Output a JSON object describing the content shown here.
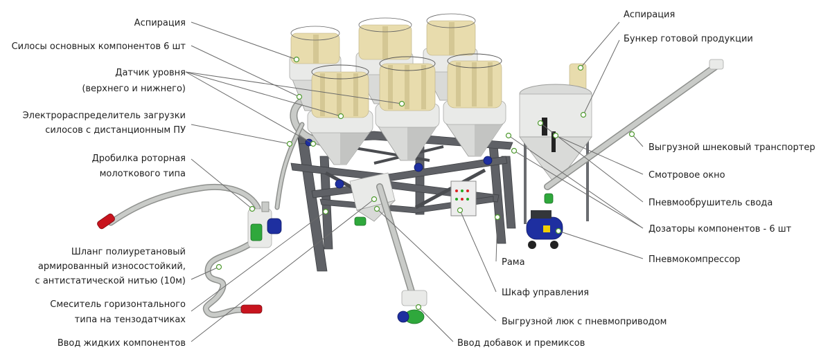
{
  "labels": {
    "aspiration_left": "Аспирация",
    "silos": "Силосы основных компонентов 6 шт",
    "level_sensor_line1": "Датчик уровня",
    "level_sensor_line2": "(верхнего и нижнего)",
    "distributor_line1": "Электрораспределитель загрузки",
    "distributor_line2": "силосов с дистанционным ПУ",
    "crusher_line1": "Дробилка роторная",
    "crusher_line2": "молоткового типа",
    "hose_line1": "Шланг полиуретановый",
    "hose_line2": "армированный износостойкий,",
    "hose_line3": "с антистатической нитью (10м)",
    "mixer_line1": "Смеситель горизонтального",
    "mixer_line2": "типа на тензодатчиках",
    "liquid_input": "Ввод жидких компонентов",
    "aspiration_right": "Аспирация",
    "product_bunker": "Бункер готовой продукции",
    "screw_conveyor": "Выгрузной шнековый транспортер",
    "sight_window": "Смотровое окно",
    "arch_breaker": "Пневмообрушитель свода",
    "dosers": "Дозаторы компонентов - 6 шт",
    "compressor": "Пневмокомпрессор",
    "frame": "Рама",
    "control_cabinet": "Шкаф управления",
    "discharge_hatch": "Выгрузной люк с пневмоприводом",
    "additives_input": "Ввод добавок и премиксов"
  },
  "colors": {
    "silo_bags": "#e8dcad",
    "silo_cone": "#d9dad8",
    "frame_steel": "#5f6166",
    "motor_blue": "#1e2fa0",
    "accent_green": "#2fa83c",
    "hose_end_red": "#c8141e",
    "callout_dot": "#4f9a2f"
  }
}
